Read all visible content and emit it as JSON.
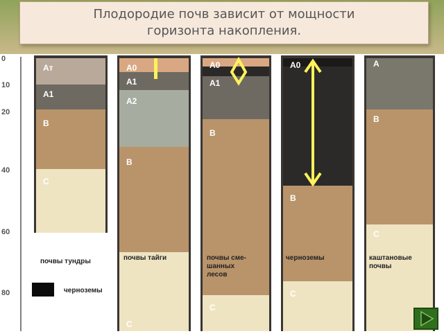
{
  "title": "Плодородие почв зависит от мощности горизонта накопления.",
  "colors": {
    "a0": "#d9a882",
    "a1": "#6e6a62",
    "a2": "#a7aca0",
    "b": "#b9946a",
    "c": "#efe4c2",
    "chernozem": "#2b2a29",
    "marker_yellow": "#fff25a",
    "nav_button": "#2f6e1f"
  },
  "depth_scale": {
    "ticks": [
      "0",
      "10",
      "20",
      "40",
      "60",
      "80"
    ],
    "unit": ""
  },
  "legend": {
    "swatch_label": "черноземы"
  },
  "columns": [
    {
      "name": "почвы тундры",
      "horizons": [
        {
          "id": "A_T",
          "label": "Aт"
        },
        {
          "id": "A1",
          "label": "A1"
        },
        {
          "id": "B",
          "label": "B"
        },
        {
          "id": "C",
          "label": "C"
        }
      ]
    },
    {
      "name": "почвы тайги",
      "horizons": [
        {
          "id": "A0",
          "label": "A0"
        },
        {
          "id": "A1",
          "label": "A1"
        },
        {
          "id": "A2",
          "label": "A2"
        },
        {
          "id": "B",
          "label": "B"
        },
        {
          "id": "C",
          "label": "C"
        }
      ]
    },
    {
      "name": "почвы сме-\nшанных\nлесов",
      "horizons": [
        {
          "id": "A0",
          "label": "A0"
        },
        {
          "id": "A1",
          "label": "A1"
        },
        {
          "id": "B",
          "label": "B"
        },
        {
          "id": "C",
          "label": "C"
        }
      ]
    },
    {
      "name": "черноземы",
      "horizons": [
        {
          "id": "A0",
          "label": "A0"
        },
        {
          "id": "B",
          "label": "B"
        },
        {
          "id": "C",
          "label": "C"
        }
      ]
    },
    {
      "name": "каштановые\nпочвы",
      "horizons": [
        {
          "id": "A",
          "label": "A"
        },
        {
          "id": "B",
          "label": "B"
        },
        {
          "id": "C",
          "label": "C"
        }
      ]
    }
  ]
}
